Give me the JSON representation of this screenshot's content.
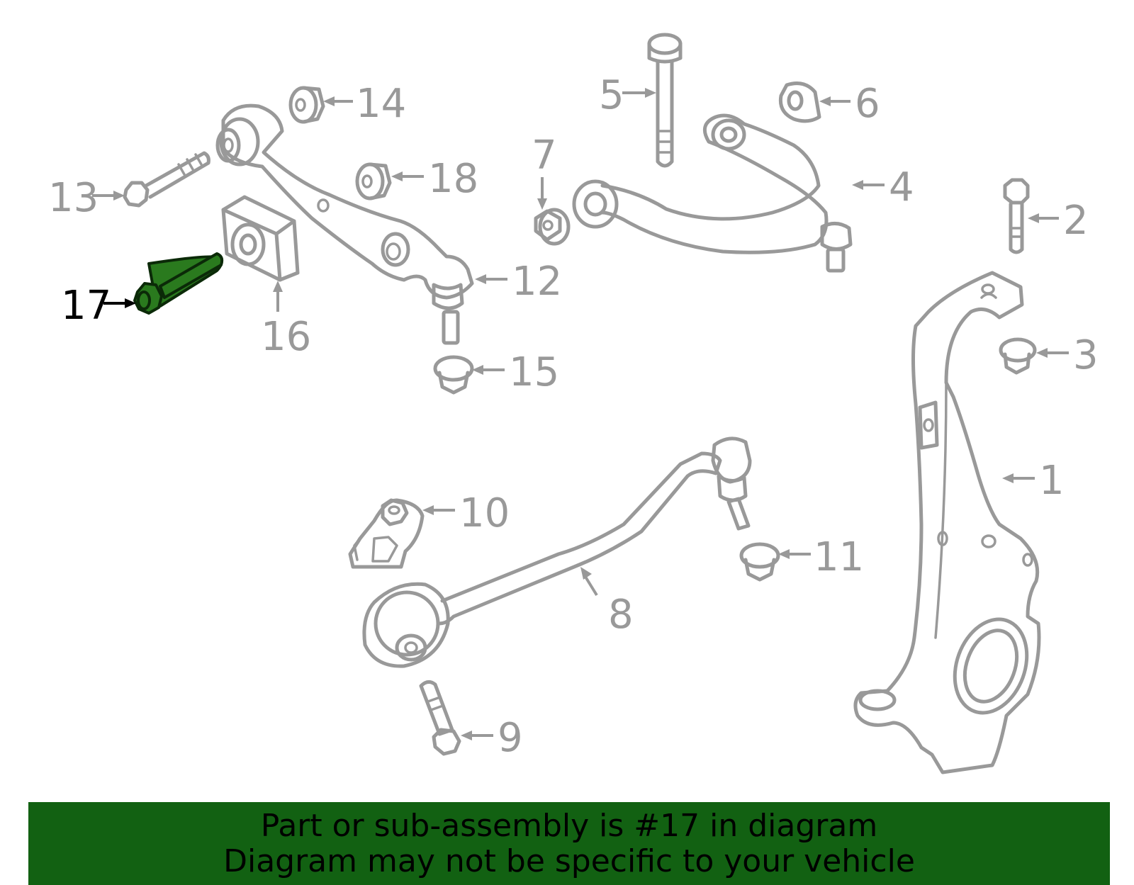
{
  "callouts": {
    "c1": "1",
    "c2": "2",
    "c3": "3",
    "c4": "4",
    "c5": "5",
    "c6": "6",
    "c7": "7",
    "c8": "8",
    "c9": "9",
    "c10": "10",
    "c11": "11",
    "c12": "12",
    "c13": "13",
    "c14": "14",
    "c15": "15",
    "c16": "16",
    "c17": "17",
    "c18": "18"
  },
  "highlight": {
    "part": "17",
    "color": "#2a7a1e",
    "banner_color": "#126112"
  },
  "banner": {
    "line1": "Part or sub-assembly is #17 in diagram",
    "line2": "Diagram may not be specific to your vehicle"
  }
}
